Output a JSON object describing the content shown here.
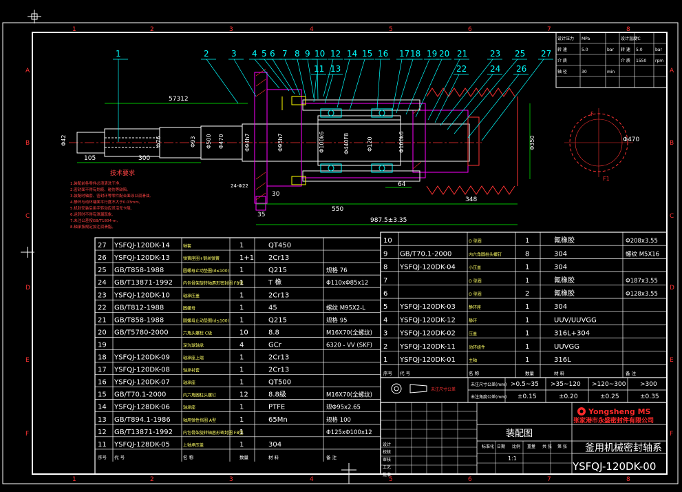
{
  "colors": {
    "background": "#000000",
    "frame": "#ffffff",
    "table": "#ffffff",
    "text": "#ffffff",
    "leader": "#00ffff",
    "dimension": "#00ff00",
    "part": "#ff00ff",
    "accent": "#ff3333",
    "label": "#00ffff",
    "note": "#ff4444",
    "gear": "#ff3333",
    "logo": "#ff2a2a"
  },
  "grid_top": [
    "1",
    "2",
    "3",
    "4",
    "5",
    "6",
    "7",
    "8"
  ],
  "grid_side": [
    "A",
    "B",
    "C",
    "D",
    "E",
    "F"
  ],
  "balloons": [
    "1",
    "2",
    "3",
    "4",
    "5",
    "6",
    "7",
    "8",
    "9",
    "10",
    "11",
    "12",
    "13",
    "14",
    "15",
    "16",
    "17",
    "18",
    "19",
    "20",
    "21",
    "22",
    "23",
    "24",
    "25",
    "26",
    "27"
  ],
  "dimensions": {
    "d57312": "57312",
    "d105": "105",
    "d300": "300",
    "d550": "550",
    "d348": "348",
    "d987": "987.5±3.35",
    "d64": "64",
    "d30": "30",
    "d35": "35",
    "phi42": "Φ42",
    "phi76": "Φ76",
    "phi93": "Φ93",
    "phi500": "Φ500",
    "phi470": "Φ470",
    "phi94h7": "Φ94h7",
    "phi95h7": "Φ95h7",
    "phi100k6": "Φ100k6",
    "phi440f8": "Φ440F8",
    "phi120": "Φ120",
    "phi100k6b": "Φ100k6",
    "phi350": "Φ350",
    "phi470b": "Φ470",
    "d24": "24-Φ22"
  },
  "notes": {
    "title": "技术要求",
    "lines": [
      "1.装配前各零件必须清洗干净,",
      "2.密封面不得有划痕、碰伤等缺陷,",
      "3.装配时轴套、密封环等零件配合面涂以润滑油,",
      "4.静环与动环端面平行度不大于0.03mm,",
      "5.机封安装后用手转动应灵活无卡阻,",
      "6.运转时不得有泄漏现象,",
      "7.未注公差按GB/T1804-m,",
      "8.轴承按规定加注润滑脂。"
    ]
  },
  "param_table": [
    [
      "设计压力",
      "MPa",
      "",
      "设计温度",
      "℃",
      ""
    ],
    [
      "转  速",
      "5.0",
      "bar",
      "转  速",
      "5.0",
      "bar"
    ],
    [
      "介  质",
      "",
      "",
      "介  质",
      "1550",
      "rpm"
    ],
    [
      "轴  径",
      "30",
      "min",
      "",
      "",
      ""
    ],
    [
      "",
      "",
      "",
      "",
      "",
      ""
    ]
  ],
  "bom_left": [
    {
      "no": "27",
      "code": "YSFQJ-120DK-14",
      "name": "轴套",
      "qty": "1",
      "mat": "QT450",
      "remark": ""
    },
    {
      "no": "26",
      "code": "YSFQJ-120DK-13",
      "name": "弹簧座圈+钢丝弹簧",
      "qty": "1+1",
      "mat": "2Cr13",
      "remark": ""
    },
    {
      "no": "25",
      "code": "GB/T858-1988",
      "name": "圆螺母止动垫圈(d≤100)",
      "qty": "1",
      "mat": "Q215",
      "remark": "规格 76"
    },
    {
      "no": "24",
      "code": "GB/T13871-1992",
      "name": "内包骨架旋转轴唇形密封圈 FB型",
      "qty": "1",
      "mat": "T 橡",
      "remark": "Φ110xΦ85x12"
    },
    {
      "no": "23",
      "code": "YSFQJ-120DK-10",
      "name": "轴承压盖",
      "qty": "1",
      "mat": "2Cr13",
      "remark": ""
    },
    {
      "no": "22",
      "code": "GB/T812-1988",
      "name": "圆螺母",
      "qty": "1",
      "mat": "45",
      "remark": "螺纹 M95X2-L"
    },
    {
      "no": "21",
      "code": "GB/T858-1988",
      "name": "圆螺母止动垫圈(d≤100)",
      "qty": "1",
      "mat": "Q215",
      "remark": "规格 95"
    },
    {
      "no": "20",
      "code": "GB/T5780-2000",
      "name": "六角头螺栓 C级",
      "qty": "10",
      "mat": "8.8",
      "remark": "M16X70(全螺纹)"
    },
    {
      "no": "19",
      "code": "",
      "name": "深沟球轴承",
      "qty": "4",
      "mat": "GCr",
      "remark": "6320 - VV (SKF)"
    },
    {
      "no": "18",
      "code": "YSFQJ-120DK-09",
      "name": "轴承座上端",
      "qty": "1",
      "mat": "2Cr13",
      "remark": ""
    },
    {
      "no": "17",
      "code": "YSFQJ-120DK-08",
      "name": "轴承衬套",
      "qty": "1",
      "mat": "2Cr13",
      "remark": ""
    },
    {
      "no": "16",
      "code": "YSFQJ-120DK-07",
      "name": "轴承座",
      "qty": "1",
      "mat": "QT500",
      "remark": ""
    },
    {
      "no": "15",
      "code": "GB/T70.1-2000",
      "name": "内六角圆柱头螺钉",
      "qty": "12",
      "mat": "8.8级",
      "remark": "M16X70(全螺纹)"
    },
    {
      "no": "14",
      "code": "YSFQJ-128DK-06",
      "name": "轴承座",
      "qty": "1",
      "mat": "PTFE",
      "remark": "规Φ95x2.65"
    },
    {
      "no": "13",
      "code": "GB/T894.1-1986",
      "name": "轴用弹性挡圈 A型",
      "qty": "1",
      "mat": "65Mn",
      "remark": "规格 100"
    },
    {
      "no": "12",
      "code": "GB/T13871-1992",
      "name": "内包骨架旋转轴唇形密封圈 FB型",
      "qty": "1",
      "mat": "",
      "remark": "Φ125xΦ100x12"
    },
    {
      "no": "11",
      "code": "YSFQJ-128DK-05",
      "name": "上轴承压盖",
      "qty": "1",
      "mat": "304",
      "remark": ""
    }
  ],
  "bom_left_header": {
    "no": "序号",
    "code": "代  号",
    "name": "名  称",
    "qty": "数量",
    "mat": "材  料",
    "remark": "备  注"
  },
  "bom_right": [
    {
      "no": "10",
      "code": "",
      "name": "O 型圈",
      "qty": "1",
      "mat": "氟橡胶",
      "remark": "Φ208x3.55"
    },
    {
      "no": "9",
      "code": "GB/T70.1-2000",
      "name": "内六角圆柱头螺钉",
      "qty": "8",
      "mat": "304",
      "remark": "螺纹 M5X16"
    },
    {
      "no": "8",
      "code": "YSFQJ-120DK-04",
      "name": "小压盖",
      "qty": "1",
      "mat": "304",
      "remark": ""
    },
    {
      "no": "7",
      "code": "",
      "name": "O 型圈",
      "qty": "1",
      "mat": "氟橡胶",
      "remark": "Φ187x3.55"
    },
    {
      "no": "6",
      "code": "",
      "name": "O 型圈",
      "qty": "2",
      "mat": "氟橡胶",
      "remark": "Φ128x3.55"
    },
    {
      "no": "5",
      "code": "YSFQJ-120DK-03",
      "name": "静环座",
      "qty": "1",
      "mat": "304",
      "remark": ""
    },
    {
      "no": "4",
      "code": "YSFQJ-120DK-12",
      "name": "静环",
      "qty": "1",
      "mat": "UUV/UUVGG",
      "remark": ""
    },
    {
      "no": "3",
      "code": "YSFQJ-120DK-02",
      "name": "压盖",
      "qty": "1",
      "mat": "316L+304",
      "remark": ""
    },
    {
      "no": "2",
      "code": "YSFQJ-120DK-11",
      "name": "动环组件",
      "qty": "1",
      "mat": "UUVGG",
      "remark": ""
    },
    {
      "no": "1",
      "code": "YSFQJ-120DK-01",
      "name": "主轴",
      "qty": "1",
      "mat": "316L",
      "remark": ""
    }
  ],
  "bom_right_header": {
    "no": "序号",
    "code": "代  号",
    "name": "名  称",
    "qty": "数量",
    "mat": "材  料",
    "remark": "备  注"
  },
  "tolerance": {
    "label": "未注尺寸公差(mm)",
    "ranges": [
      ">0.5~35",
      ">35~120",
      ">120~300",
      ">300"
    ],
    "row2label": "未注角度公差(mm)",
    "values": [
      "±0.15",
      "±0.20",
      "±0.25",
      "±0.35"
    ],
    "symbol_note": "未注尺寸公差"
  },
  "title_block": {
    "brand": "Yongsheng MS",
    "company": "张家港市永盛密封件有限公司",
    "assembly": "装配图",
    "product": "釜用机械密封轴系",
    "drawing_no": "YSFQJ-120DK-00",
    "scale": "1:1",
    "labels": [
      "设计",
      "校核",
      "审核",
      "工艺",
      "批准",
      "标准化",
      "日期",
      "比例",
      "重量",
      "共 张",
      "第 张"
    ]
  }
}
